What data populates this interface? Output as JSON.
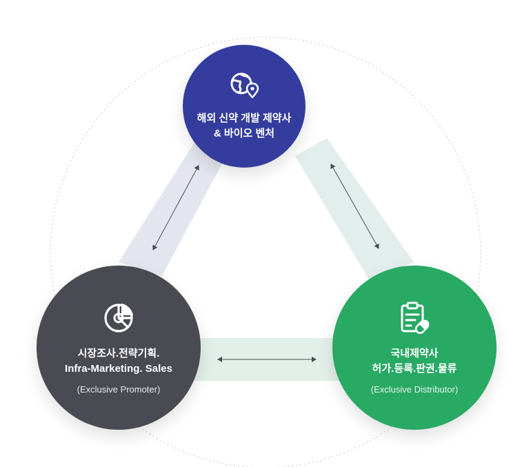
{
  "colors": {
    "top_node": "#343c9e",
    "left_node": "#4a4a52",
    "right_node": "#28a964",
    "band_top_left": "#e4e6ef",
    "band_top_right": "#e2eeec",
    "band_bottom": "#e3efe9",
    "arrow": "#4a4a52",
    "dotted_circle": "#cfcfcf"
  },
  "nodes": {
    "top": {
      "icon": "globe-location-icon",
      "title_line1": "해외 신약 개발 제약사",
      "title_line2": "& 바이오 벤처"
    },
    "left": {
      "icon": "pie-chart-icon",
      "title_line1": "시장조사.전략기획.",
      "title_line2": "Infra-Marketing. Sales",
      "subtitle": "(Exclusive Promoter)"
    },
    "right": {
      "icon": "clipboard-pill-icon",
      "title_line1": "국내제약사",
      "title_line2": "허가.등록.판권.물류",
      "subtitle": "(Exclusive Distributor)"
    }
  },
  "connections": [
    {
      "from": "top",
      "to": "left",
      "arrow": "double-headed"
    },
    {
      "from": "top",
      "to": "right",
      "arrow": "double-headed"
    },
    {
      "from": "left",
      "to": "right",
      "arrow": "double-headed"
    }
  ]
}
